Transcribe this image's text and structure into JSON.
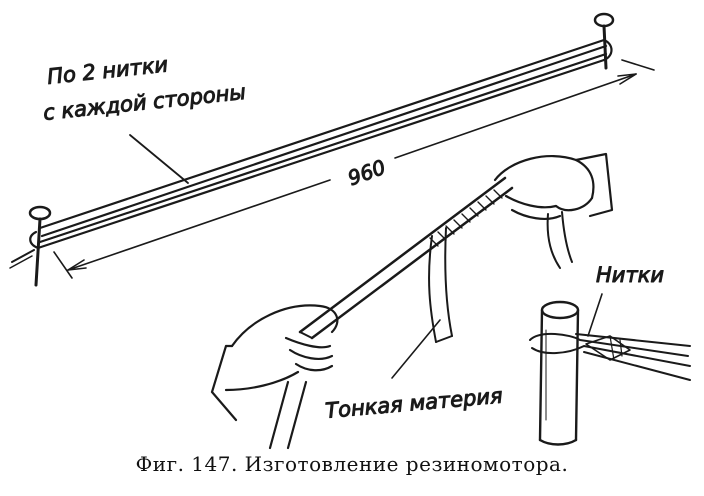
{
  "labels": {
    "threads_each_side_line1": "По 2 нитки",
    "threads_each_side_line2": "с каждой стороны",
    "dimension": "960",
    "threads": "Нитки",
    "thin_cloth": "Тонкая материя"
  },
  "caption": "Фиг. 147. Изготовление резиномотора.",
  "colors": {
    "ink": "#1a1a1a",
    "paper": "#ffffff"
  }
}
